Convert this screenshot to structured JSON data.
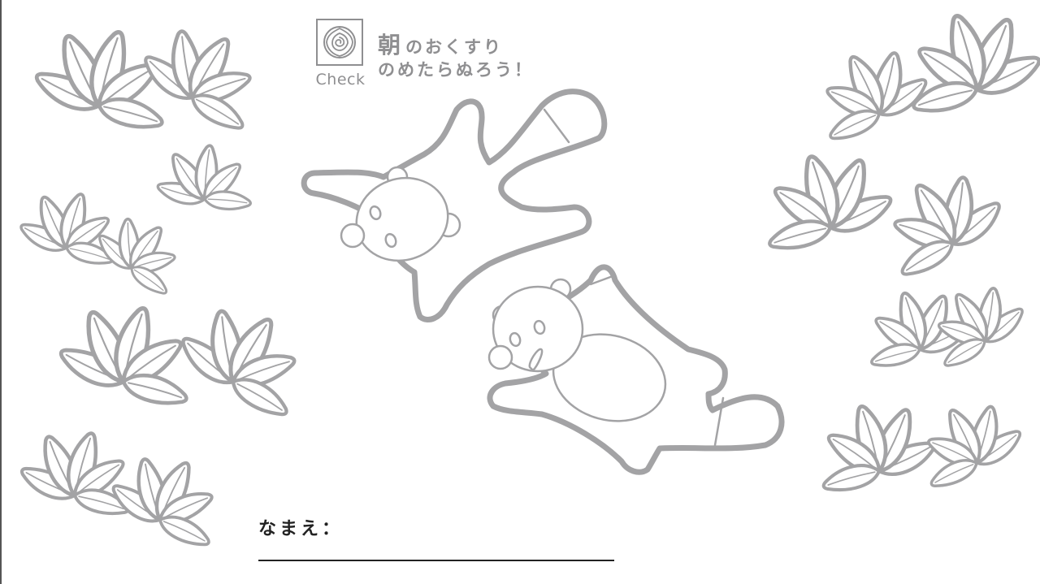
{
  "header": {
    "badge_label": "Check",
    "badge_icon": "rose-icon",
    "title_kanji": "朝",
    "title_rest": "のおくすり",
    "subtitle": "のめたらぬろう！"
  },
  "name_field": {
    "label": "なまえ："
  },
  "illustration": {
    "subject_icons": [
      "leaf-cluster-icon",
      "flying-squirrel-icon"
    ],
    "stroke_color": "#a3a3a5",
    "background_color": "#ffffff"
  }
}
